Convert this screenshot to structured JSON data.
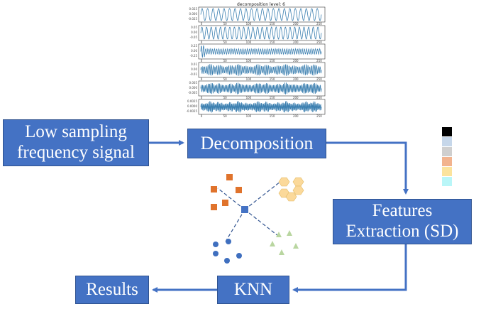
{
  "boxes": {
    "low_sampling_line1": "Low sampling",
    "low_sampling_line2": "frequency signal",
    "decomposition": "Decomposition",
    "features_line1": "Features",
    "features_line2": "Extraction (SD)",
    "knn": "KNN",
    "results": "Results"
  },
  "decomposition_plot": {
    "title": "decomposition level: 6",
    "panels": [
      {
        "yticks": [
          "0.025",
          "0.000",
          "-0.025"
        ]
      },
      {
        "yticks": [
          "0.05",
          "0.00",
          "-0.05"
        ]
      },
      {
        "yticks": [
          "0.25",
          "0.00",
          "-0.25"
        ]
      },
      {
        "yticks": [
          "0.01",
          "0.00",
          "-0.01"
        ]
      },
      {
        "yticks": [
          "0.005",
          "0.000",
          "-0.005"
        ]
      },
      {
        "yticks": [
          "0.0025",
          "0.0000",
          "-0.0025"
        ]
      }
    ],
    "xticks": [
      "0",
      "50",
      "100",
      "150",
      "200",
      "250"
    ],
    "line_color": "#3b7fb0"
  },
  "color_legend": [
    "#000000",
    "#c6d7ea",
    "#cfcfcf",
    "#f2b38e",
    "#fbe39d",
    "#b9f6f8"
  ],
  "knn_illustration": {
    "class_colors": {
      "square": "#e0732c",
      "hexagon": "#fbd99a",
      "triangle": "#b9d6a0",
      "circle": "#3f6fbf",
      "query": "#4472c4"
    }
  },
  "colors": {
    "box_fill": "#4472c4",
    "arrow": "#4472c4"
  }
}
